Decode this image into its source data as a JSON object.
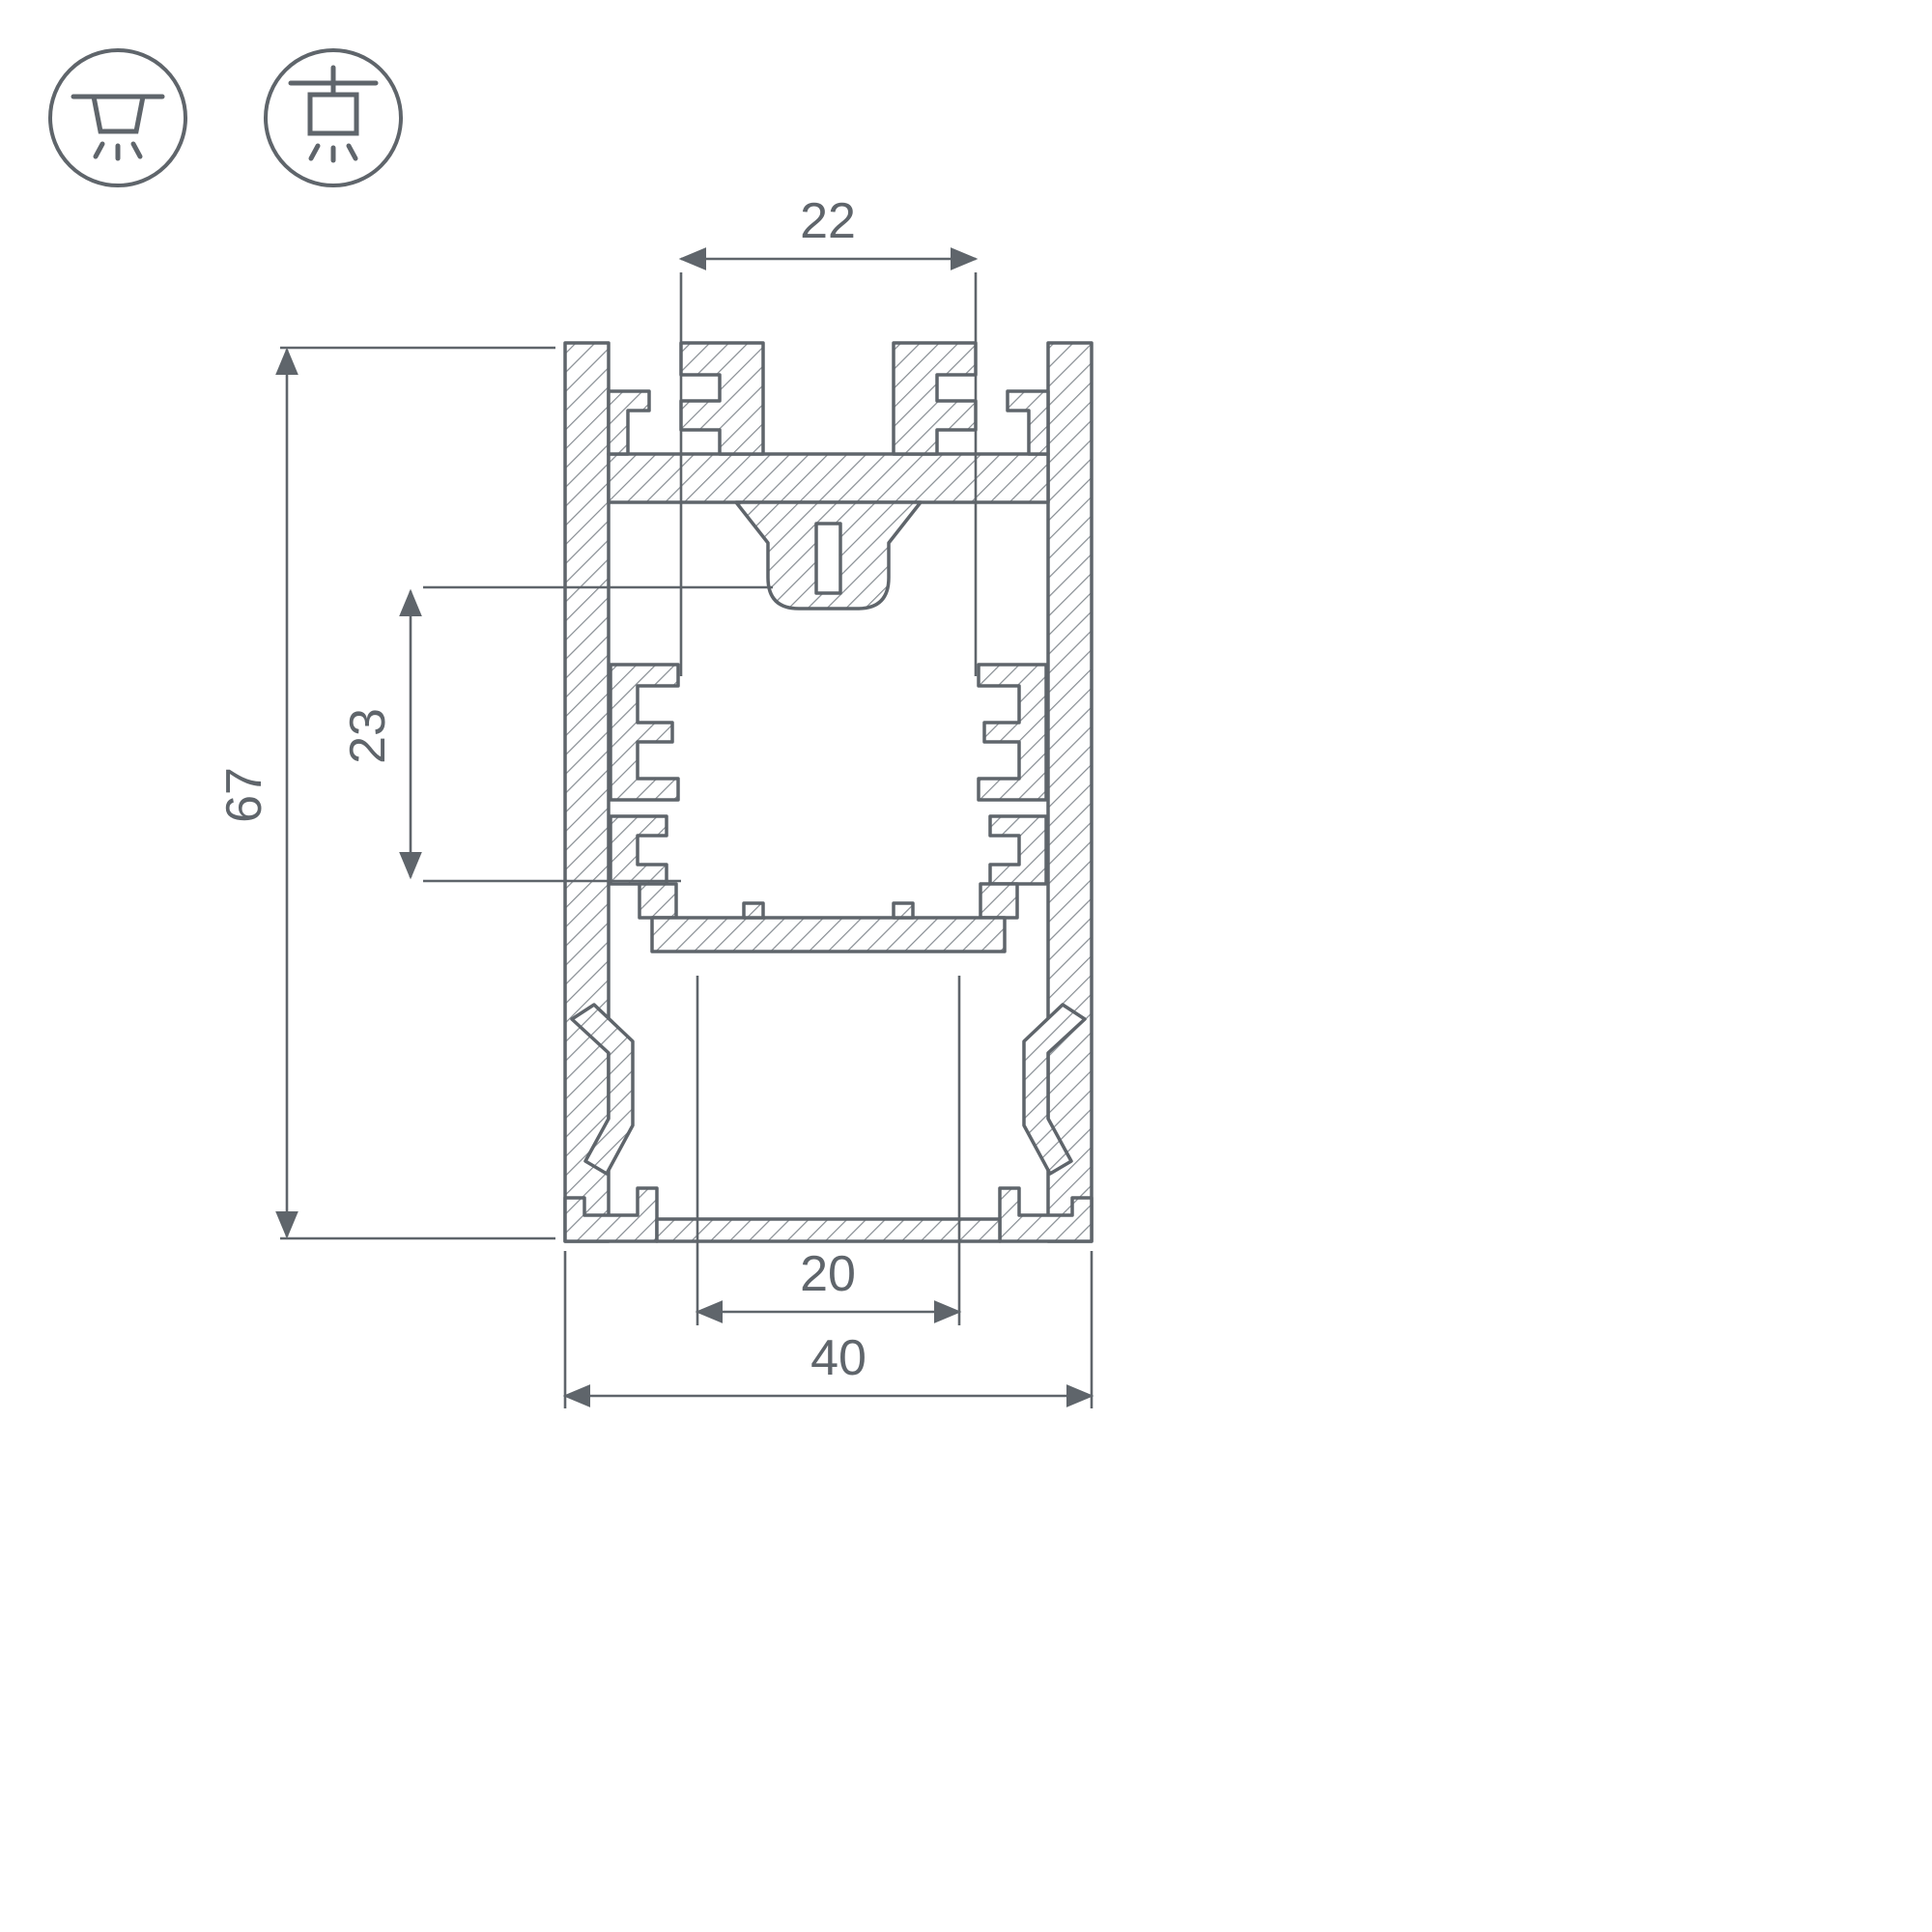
{
  "drawing": {
    "title": "aluminium-led-profile-cross-section",
    "line_color": "#5f656b",
    "hatch_color": "#868c92",
    "dimensions": {
      "top_slot_width": "22",
      "cavity_height": "23",
      "overall_height": "67",
      "channel_width": "20",
      "overall_width": "40"
    },
    "icons": [
      {
        "name": "recessed-mount-icon",
        "meaning": "recessed ceiling mounting"
      },
      {
        "name": "surface-mount-icon",
        "meaning": "surface ceiling mounting"
      }
    ]
  }
}
